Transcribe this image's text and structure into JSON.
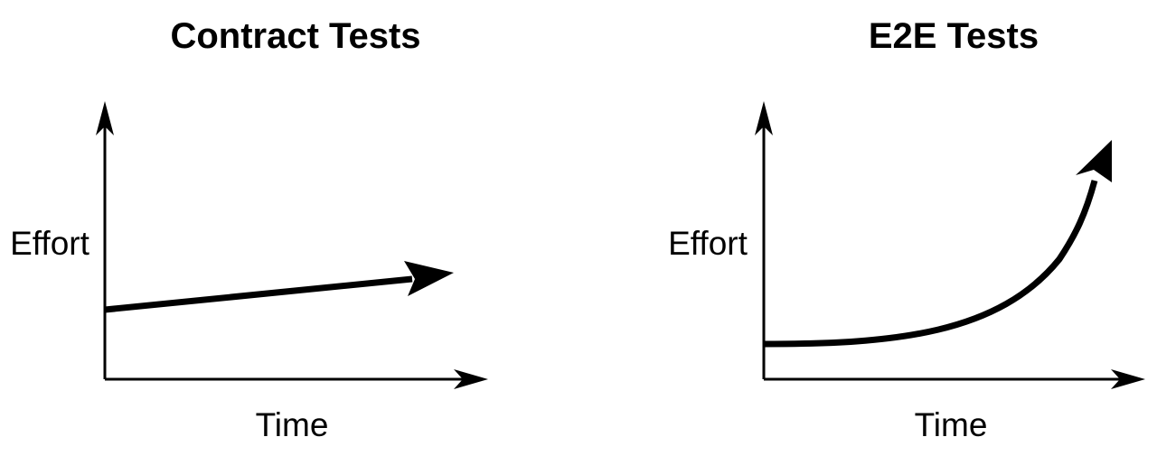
{
  "panels": [
    {
      "title": "Contract Tests",
      "y_axis_label": "Effort",
      "x_axis_label": "Time",
      "trend": "linear"
    },
    {
      "title": "E2E Tests",
      "y_axis_label": "Effort",
      "x_axis_label": "Time",
      "trend": "exponential"
    }
  ],
  "colors": {
    "ink": "#000000",
    "background": "#ffffff"
  }
}
